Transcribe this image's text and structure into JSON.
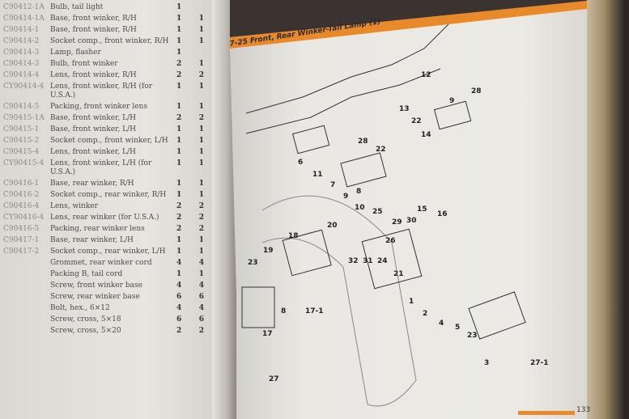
{
  "left_page": {
    "rows": [
      {
        "pn": "C90412-1A",
        "desc": "Bulb, tail light",
        "q1": "1",
        "q2": ""
      },
      {
        "pn": "C90414-1A",
        "desc": "Base, front winker, R/H",
        "q1": "1",
        "q2": "1"
      },
      {
        "pn": "C90414-1",
        "desc": "Base, front winker, R/H",
        "q1": "1",
        "q2": "1"
      },
      {
        "pn": "C90414-2",
        "desc": "Socket comp., front winker, R/H",
        "q1": "1",
        "q2": "1"
      },
      {
        "pn": "C90414-3",
        "desc": "Lamp, flasher",
        "q1": "1",
        "q2": ""
      },
      {
        "pn": "C90414-3",
        "desc": "Bulb, front winker",
        "q1": "2",
        "q2": "1"
      },
      {
        "pn": "C90414-4",
        "desc": "Lens, front winker, R/H",
        "q1": "2",
        "q2": "2"
      },
      {
        "pn": "CY90414-4",
        "desc": "Lens, front winker, R/H (for U.S.A.)",
        "q1": "1",
        "q2": "1"
      },
      {
        "pn": "C90414-5",
        "desc": "Packing, front winker lens",
        "q1": "1",
        "q2": "1"
      },
      {
        "pn": "C90415-1A",
        "desc": "Base, front winker, L/H",
        "q1": "2",
        "q2": "2"
      },
      {
        "pn": "C90415-1",
        "desc": "Base, front winker, L/H",
        "q1": "1",
        "q2": "1"
      },
      {
        "pn": "C90415-2",
        "desc": "Socket comp., front winker, L/H",
        "q1": "1",
        "q2": "1"
      },
      {
        "pn": "C90415-4",
        "desc": "Lens, front winker, L/H",
        "q1": "1",
        "q2": "1"
      },
      {
        "pn": "CY90415-4",
        "desc": "Lens, front winker, L/H (for U.S.A.)",
        "q1": "1",
        "q2": "1"
      },
      {
        "pn": "C90416-1",
        "desc": "Base, rear winker, R/H",
        "q1": "1",
        "q2": "1"
      },
      {
        "pn": "C90416-2",
        "desc": "Socket comp., rear winker, R/H",
        "q1": "1",
        "q2": "1"
      },
      {
        "pn": "C90416-4",
        "desc": "Lens, winker",
        "q1": "2",
        "q2": "2"
      },
      {
        "pn": "CY90416-4",
        "desc": "Lens, rear winker (for U.S.A.)",
        "q1": "2",
        "q2": "2"
      },
      {
        "pn": "C90416-5",
        "desc": "Packing, rear winker lens",
        "q1": "2",
        "q2": "2"
      },
      {
        "pn": "C90417-1",
        "desc": "Base, rear winker, L/H",
        "q1": "1",
        "q2": "1"
      },
      {
        "pn": "C90417-2",
        "desc": "Socket comp., rear winker, L/H",
        "q1": "1",
        "q2": "1"
      },
      {
        "pn": "",
        "desc": "Grommet, rear winker cord",
        "q1": "4",
        "q2": "4"
      },
      {
        "pn": "",
        "desc": "Packing B, tail cord",
        "q1": "1",
        "q2": "1"
      },
      {
        "pn": "",
        "desc": "Screw, front winker base",
        "q1": "4",
        "q2": "4"
      },
      {
        "pn": "",
        "desc": "Screw, rear winker base",
        "q1": "6",
        "q2": "6"
      },
      {
        "pn": "",
        "desc": "Bolt, hex., 6×12",
        "q1": "4",
        "q2": "4"
      },
      {
        "pn": "",
        "desc": "Screw, cross, 5×18",
        "q1": "6",
        "q2": "6"
      },
      {
        "pn": "",
        "desc": "Screw, cross, 5×20",
        "q1": "2",
        "q2": "2"
      }
    ]
  },
  "right_page": {
    "title": "7-25  Front, Rear Winker-Tail Lamp (1)",
    "page_number": "133",
    "callouts": [
      "12",
      "28",
      "13",
      "9",
      "22",
      "14",
      "6",
      "11",
      "28",
      "22",
      "7",
      "9",
      "10",
      "8",
      "25",
      "29",
      "30",
      "16",
      "15",
      "20",
      "18",
      "19",
      "23",
      "32",
      "31",
      "24",
      "26",
      "21",
      "1",
      "2",
      "4",
      "5",
      "23",
      "3",
      "27-1",
      "17",
      "17-1",
      "8",
      "27"
    ]
  },
  "colors": {
    "accent": "#e8892a"
  }
}
